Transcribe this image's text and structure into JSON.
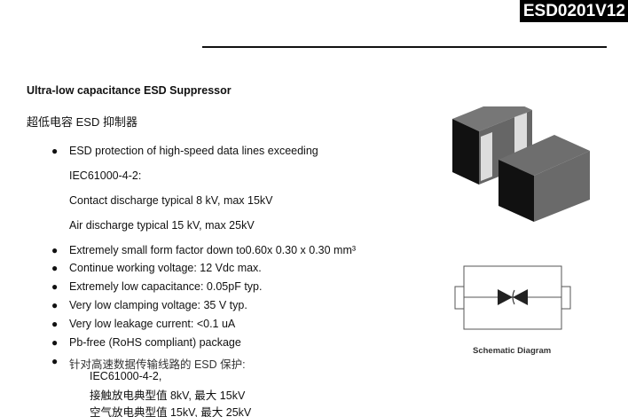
{
  "header": {
    "part_number": "ESD0201V12"
  },
  "title": "Ultra-low capacitance ESD Suppressor",
  "title_cn": "超低电容 ESD 抑制器",
  "features": {
    "first": {
      "text": "ESD protection of high-speed data lines exceeding",
      "sub": [
        "IEC61000-4-2:",
        "Contact discharge typical 8 kV, max 15kV",
        "Air discharge typical 15 kV, max 25kV"
      ]
    },
    "items": [
      "Extremely small form factor down to0.60x 0.30 x 0.30 mm³",
      "Continue working voltage: 12 Vdc max.",
      "Extremely low capacitance: 0.05pF typ.",
      "Very low clamping voltage: 35 V typ.",
      "Very low leakage current: <0.1 uA",
      "Pb-free (RoHS compliant) package"
    ],
    "cn": {
      "text": "针对高速数据传输线路的 ESD 保护:",
      "sub": [
        "IEC61000-4-2,",
        "接触放电典型值 8kV, 最大 15kV",
        "空气放电典型值 15kV, 最大 25kV"
      ]
    }
  },
  "figures": {
    "schematic_caption": "Schematic Diagram"
  }
}
